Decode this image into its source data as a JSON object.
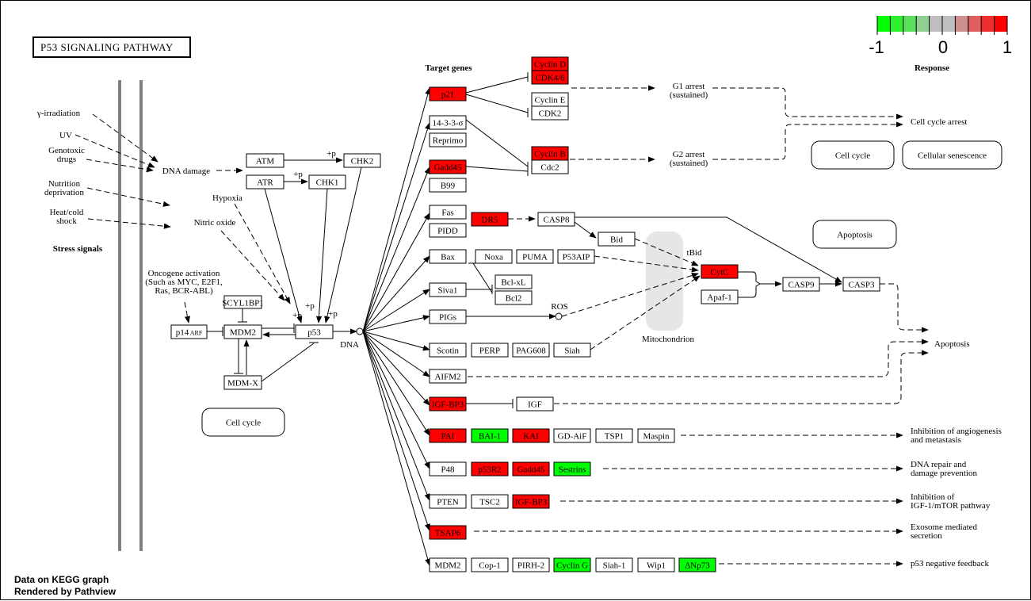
{
  "title": "P53 SIGNALING PATHWAY",
  "footer": {
    "line1": "Data on KEGG graph",
    "line2": "Rendered by Pathview"
  },
  "legend": {
    "title": "Response",
    "min_label": "-1",
    "mid_label": "0",
    "max_label": "1",
    "colors": [
      "#00FF00",
      "#2EEE2E",
      "#5DDD5D",
      "#8FCF8F",
      "#BEBEBE",
      "#BEBEBE",
      "#CF8F8F",
      "#DF5F5F",
      "#EF2F2F",
      "#FF0000"
    ]
  },
  "colors": {
    "up": "#FF0000",
    "down": "#00FF00",
    "none": "#FFFFFF",
    "mito": "#E6E6E6",
    "membrane": "#808080"
  },
  "labels": {
    "stress_signals": "Stress signals",
    "target_genes": "Target genes",
    "response": "Response",
    "dna_damage": "DNA damage",
    "hypoxia": "Hypoxia",
    "nitric_oxide": "Nitric oxide",
    "dna": "DNA",
    "ros": "ROS",
    "tbid": "tBid",
    "mitochondrion": "Mitochondrion",
    "g1_arrest": [
      "G1 arrest",
      "(sustained)"
    ],
    "g2_arrest": [
      "G2 arrest",
      "(sustained)"
    ],
    "cell_cycle_arrest": "Cell cycle arrest",
    "apoptosis_out": "Apoptosis",
    "p": "+p"
  },
  "stress_inputs": [
    [
      "γ-irradiation"
    ],
    [
      "UV"
    ],
    [
      "Genotoxic",
      "drugs"
    ],
    [
      "Nutrition",
      "deprivation"
    ],
    [
      "Heat/cold",
      "shock"
    ]
  ],
  "oncogene": [
    "Oncogene activation",
    "(Such as MYC, E2F1,",
    "Ras, BCR-ABL)"
  ],
  "outcomes": [
    [
      "Inhibition of angiogenesis",
      "and metastasis"
    ],
    [
      "DNA repair and",
      "damage prevention"
    ],
    [
      "Inhibition of",
      "IGF-1/mTOR pathway"
    ],
    [
      "Exosome mediated",
      "secretion"
    ],
    [
      "p53 negative feedback"
    ]
  ],
  "maps": [
    {
      "id": "cellcycle1",
      "label": "Cell cycle"
    },
    {
      "id": "cellcycle2",
      "label": "Cell cycle"
    },
    {
      "id": "senescence",
      "label": "Cellular senescence"
    },
    {
      "id": "apoptosis",
      "label": "Apoptosis"
    }
  ],
  "genes": [
    {
      "id": "ATM",
      "label": "ATM",
      "state": "none"
    },
    {
      "id": "ATR",
      "label": "ATR",
      "state": "none"
    },
    {
      "id": "CHK2",
      "label": "CHK2",
      "state": "none"
    },
    {
      "id": "CHK1",
      "label": "CHK1",
      "state": "none"
    },
    {
      "id": "SCYL1BP1",
      "label": "SCYL1BP1",
      "state": "none"
    },
    {
      "id": "p14",
      "label": "p14ARF",
      "state": "none"
    },
    {
      "id": "MDM2a",
      "label": "MDM2",
      "state": "none"
    },
    {
      "id": "p53",
      "label": "p53",
      "state": "none"
    },
    {
      "id": "MDMX",
      "label": "MDM-X",
      "state": "none"
    },
    {
      "id": "p21",
      "label": "p21",
      "state": "up"
    },
    {
      "id": "s14",
      "label": "14-3-3-σ",
      "state": "none"
    },
    {
      "id": "Reprimo",
      "label": "Reprimo",
      "state": "none"
    },
    {
      "id": "Gadd45a",
      "label": "Gadd45",
      "state": "up"
    },
    {
      "id": "B99",
      "label": "B99",
      "state": "none"
    },
    {
      "id": "CycD",
      "label": "Cyclin D",
      "state": "up"
    },
    {
      "id": "CDK46",
      "label": "CDK4/6",
      "state": "up"
    },
    {
      "id": "CycE",
      "label": "Cyclin E",
      "state": "none"
    },
    {
      "id": "CDK2",
      "label": "CDK2",
      "state": "none"
    },
    {
      "id": "CycB",
      "label": "Cyclin B",
      "state": "up"
    },
    {
      "id": "Cdc2",
      "label": "Cdc2",
      "state": "none"
    },
    {
      "id": "Fas",
      "label": "Fas",
      "state": "none"
    },
    {
      "id": "PIDD",
      "label": "PIDD",
      "state": "none"
    },
    {
      "id": "DR5",
      "label": "DR5",
      "state": "up"
    },
    {
      "id": "CASP8",
      "label": "CASP8",
      "state": "none"
    },
    {
      "id": "Bid",
      "label": "Bid",
      "state": "none"
    },
    {
      "id": "Bax",
      "label": "Bax",
      "state": "none"
    },
    {
      "id": "Noxa",
      "label": "Noxa",
      "state": "none"
    },
    {
      "id": "PUMA",
      "label": "PUMA",
      "state": "none"
    },
    {
      "id": "P53AIP",
      "label": "P53AIP",
      "state": "none"
    },
    {
      "id": "Bclxl",
      "label": "Bcl-xL",
      "state": "none"
    },
    {
      "id": "Bcl2",
      "label": "Bcl2",
      "state": "none"
    },
    {
      "id": "Siva1",
      "label": "Siva1",
      "state": "none"
    },
    {
      "id": "PIGs",
      "label": "PIGs",
      "state": "none"
    },
    {
      "id": "CytC",
      "label": "CytC",
      "state": "up"
    },
    {
      "id": "Apaf1",
      "label": "Apaf-1",
      "state": "none"
    },
    {
      "id": "CASP9",
      "label": "CASP9",
      "state": "none"
    },
    {
      "id": "CASP3",
      "label": "CASP3",
      "state": "none"
    },
    {
      "id": "Scotin",
      "label": "Scotin",
      "state": "none"
    },
    {
      "id": "PERP",
      "label": "PERP",
      "state": "none"
    },
    {
      "id": "PAG608",
      "label": "PAG608",
      "state": "none"
    },
    {
      "id": "Siah",
      "label": "Siah",
      "state": "none"
    },
    {
      "id": "AIFM2",
      "label": "AIFM2",
      "state": "none"
    },
    {
      "id": "IGFBP3a",
      "label": "IGF-BP3",
      "state": "up"
    },
    {
      "id": "IGF",
      "label": "IGF",
      "state": "none"
    },
    {
      "id": "PAI",
      "label": "PAI",
      "state": "up"
    },
    {
      "id": "BAI1",
      "label": "BAI-1",
      "state": "down"
    },
    {
      "id": "KAI",
      "label": "KAI",
      "state": "up"
    },
    {
      "id": "GDAiF",
      "label": "GD-AiF",
      "state": "none"
    },
    {
      "id": "TSP1",
      "label": "TSP1",
      "state": "none"
    },
    {
      "id": "Maspin",
      "label": "Maspin",
      "state": "none"
    },
    {
      "id": "P48",
      "label": "P48",
      "state": "none"
    },
    {
      "id": "p53R2",
      "label": "p53R2",
      "state": "up"
    },
    {
      "id": "Gadd45b",
      "label": "Gadd45",
      "state": "up"
    },
    {
      "id": "Sestrins",
      "label": "Sestrins",
      "state": "down"
    },
    {
      "id": "PTEN",
      "label": "PTEN",
      "state": "none"
    },
    {
      "id": "TSC2",
      "label": "TSC2",
      "state": "none"
    },
    {
      "id": "IGFBP3b",
      "label": "IGF-BP3",
      "state": "up"
    },
    {
      "id": "TSAP6",
      "label": "TSAP6",
      "state": "up"
    },
    {
      "id": "MDM2b",
      "label": "MDM2",
      "state": "none"
    },
    {
      "id": "Cop1",
      "label": "Cop-1",
      "state": "none"
    },
    {
      "id": "PIRH2",
      "label": "PIRH-2",
      "state": "none"
    },
    {
      "id": "CycG",
      "label": "Cyclin G",
      "state": "down"
    },
    {
      "id": "Siah1",
      "label": "Siah-1",
      "state": "none"
    },
    {
      "id": "Wip1",
      "label": "Wip1",
      "state": "none"
    },
    {
      "id": "dNp73",
      "label": "ΔNp73",
      "state": "down"
    }
  ]
}
